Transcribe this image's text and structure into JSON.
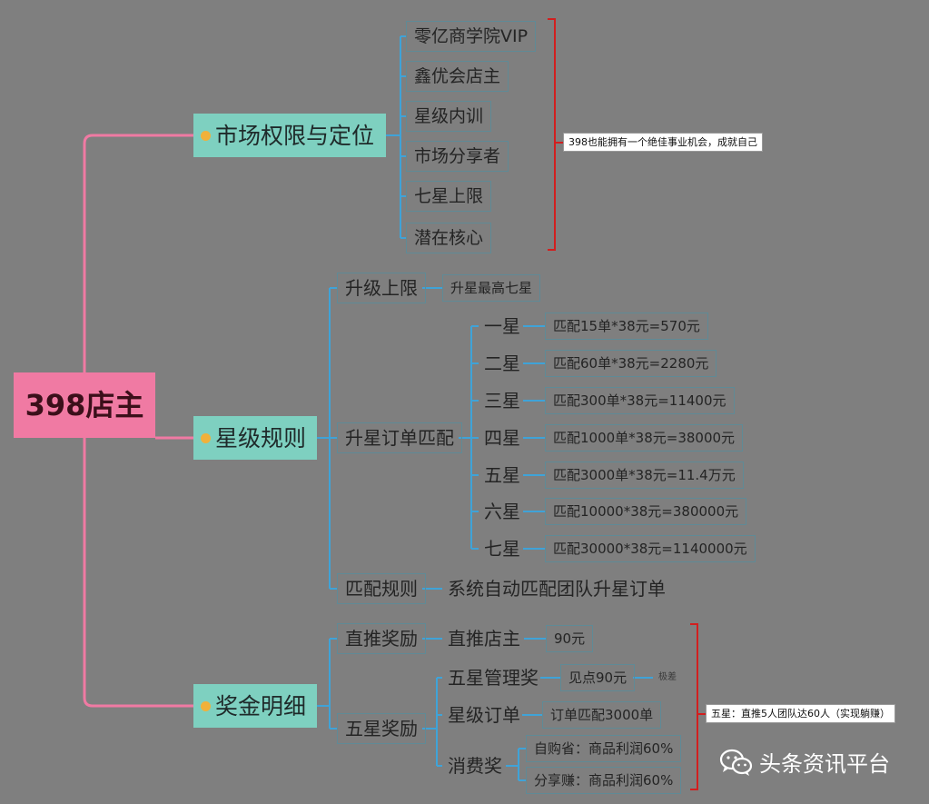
{
  "root": "398店主",
  "branches": {
    "market": {
      "label": "市场权限与定位",
      "items": [
        "零亿商学院VIP",
        "鑫优会店主",
        "星级内训",
        "市场分享者",
        "七星上限",
        "潜在核心"
      ],
      "note": "398也能拥有一个绝佳事业机会，成就自己"
    },
    "star": {
      "label": "星级规则",
      "upgrade_limit": {
        "label": "升级上限",
        "detail": "升星最高七星"
      },
      "order_match": {
        "label": "升星订单匹配",
        "levels": [
          {
            "star": "一星",
            "detail": "匹配15单*38元=570元"
          },
          {
            "star": "二星",
            "detail": "匹配60单*38元=2280元"
          },
          {
            "star": "三星",
            "detail": "匹配300单*38元=11400元"
          },
          {
            "star": "四星",
            "detail": "匹配1000单*38元=38000元"
          },
          {
            "star": "五星",
            "detail": "匹配3000单*38元=11.4万元"
          },
          {
            "star": "六星",
            "detail": "匹配10000*38元=380000元"
          },
          {
            "star": "七星",
            "detail": "匹配30000*38元=1140000元"
          }
        ]
      },
      "match_rule": {
        "label": "匹配规则",
        "detail": "系统自动匹配团队升星订单"
      }
    },
    "bonus": {
      "label": "奖金明细",
      "direct": {
        "label": "直推奖励",
        "sub": "直推店主",
        "amount": "90元"
      },
      "five_star": {
        "label": "五星奖励",
        "management": {
          "label": "五星管理奖",
          "detail": "见点90元",
          "extra": "极差"
        },
        "star_order": {
          "label": "星级订单",
          "detail": "订单匹配3000单"
        },
        "consumption": {
          "label": "消费奖",
          "items": [
            "自购省：商品利润60%",
            "分享赚：商品利润60%"
          ]
        }
      },
      "note": "五星：直推5人团队达60人（实现躺赚）"
    }
  },
  "watermark": {
    "text": "头条资讯平台",
    "icon": "wechat-icon"
  },
  "colors": {
    "root_fill": "#f07aa3",
    "main_fill": "#7ed0c0",
    "pink_line": "#f07aa3",
    "blue_line": "#3fa3d8",
    "bracket": "#d21f1f",
    "dot": "#f0b13a"
  }
}
